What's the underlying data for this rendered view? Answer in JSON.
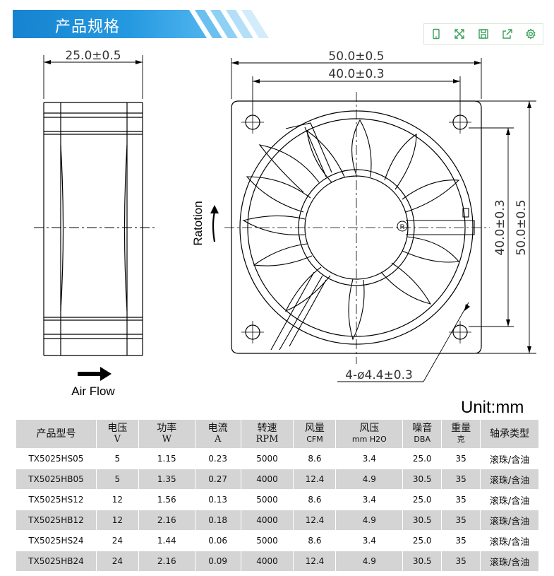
{
  "header": {
    "title": "产品规格"
  },
  "toolbar": {
    "icons": [
      "phone-icon",
      "fullscreen-icon",
      "save-icon",
      "share-icon",
      "settings-icon"
    ]
  },
  "drawing": {
    "side_width_dim": "25.0±0.5",
    "outer_width_dim": "50.0±0.5",
    "hole_spacing_dim": "40.0±0.3",
    "hole_spacing_vertical_dim": "40.0±0.3",
    "outer_height_dim": "50.0±0.5",
    "hole_dim": "4-ø4.4±0.3",
    "rotation_label": "Ratotion",
    "airflow_label": "Air Flow",
    "registered_mark": "R"
  },
  "unit_label": "Unit:mm",
  "table": {
    "headers": [
      {
        "line1": "产品型号",
        "line2": ""
      },
      {
        "line1": "电压",
        "line2": "V"
      },
      {
        "line1": "功率",
        "line2": "W"
      },
      {
        "line1": "电流",
        "line2": "A"
      },
      {
        "line1": "转速",
        "line2": "RPM"
      },
      {
        "line1": "风量",
        "line2": "CFM"
      },
      {
        "line1": "风压",
        "line2": "mm H2O"
      },
      {
        "line1": "噪音",
        "line2": "DBA"
      },
      {
        "line1": "重量",
        "line2": "克"
      },
      {
        "line1": "轴承类型",
        "line2": ""
      }
    ],
    "rows": [
      [
        "TX5025HS05",
        "5",
        "1.15",
        "0.23",
        "5000",
        "8.6",
        "3.4",
        "25.0",
        "35",
        "滚珠/含油"
      ],
      [
        "TX5025HB05",
        "5",
        "1.35",
        "0.27",
        "4000",
        "12.4",
        "4.9",
        "30.5",
        "35",
        "滚珠/含油"
      ],
      [
        "TX5025HS12",
        "12",
        "1.56",
        "0.13",
        "5000",
        "8.6",
        "3.4",
        "25.0",
        "35",
        "滚珠/含油"
      ],
      [
        "TX5025HB12",
        "12",
        "2.16",
        "0.18",
        "4000",
        "12.4",
        "4.9",
        "30.5",
        "35",
        "滚珠/含油"
      ],
      [
        "TX5025HS24",
        "24",
        "1.44",
        "0.06",
        "5000",
        "8.6",
        "3.4",
        "25.0",
        "35",
        "滚珠/含油"
      ],
      [
        "TX5025HB24",
        "24",
        "2.16",
        "0.09",
        "4000",
        "12.4",
        "4.9",
        "30.5",
        "35",
        "滚珠/含油"
      ]
    ]
  },
  "colors": {
    "banner": "#1a8fd8",
    "banner_light": "#9fd3f2",
    "toolbar_icon": "#3aa05a",
    "row_shade": "#d4d4d4"
  }
}
